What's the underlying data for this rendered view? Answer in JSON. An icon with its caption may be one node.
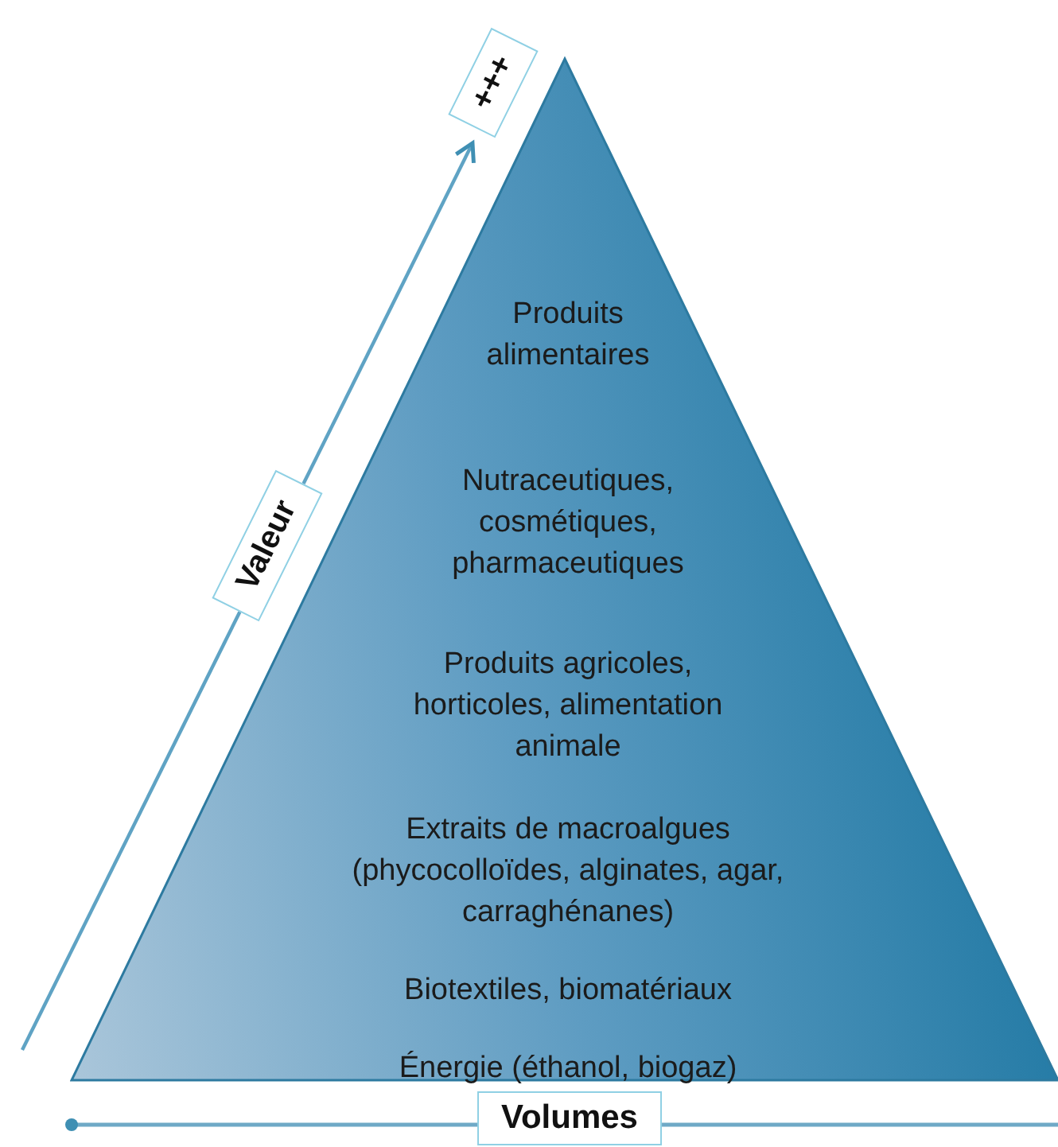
{
  "diagram": {
    "nodes": [
      {
        "text": [
          "Produits alimentaires",
          "Nutraceutiques, cosmétiques, pharmaceutiques",
          "Produits agricoles, horticoles, alimentation animale",
          "Extraits de macroalgues (phycocolloïdes, alginates, agar, carraghénanes)",
          "Biotextiles, biomatériaux",
          "Énergie (éthanol, biogaz)"
        ]
      }
    ],
    "labels": [
      "+++",
      "Valeur",
      "Volumes"
    ]
  }
}
